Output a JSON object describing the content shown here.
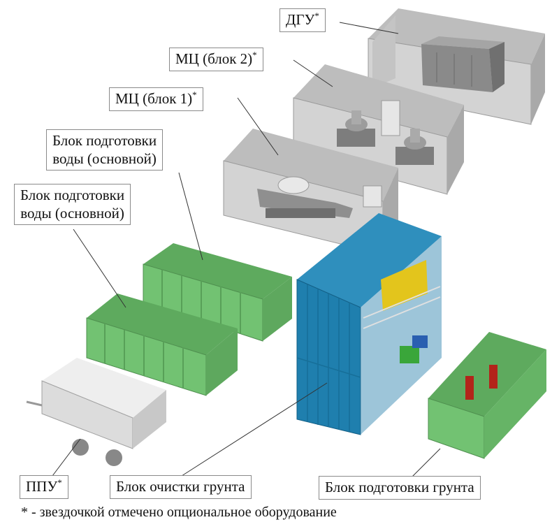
{
  "labels": {
    "dgu": {
      "text": "ДГУ",
      "mark": "*"
    },
    "mc2": {
      "text": "МЦ (блок 2)",
      "mark": "*"
    },
    "mc1": {
      "text": "МЦ (блок 1)",
      "mark": "*"
    },
    "water_main_a": {
      "line1": "Блок подготовки",
      "line2": "воды (основной)"
    },
    "water_main_b": {
      "line1": "Блок подготовки",
      "line2": "воды (основной)"
    },
    "ppu": {
      "text": "ППУ",
      "mark": "*"
    },
    "soil_cleaning": {
      "text": "Блок очистки грунта"
    },
    "soil_prep": {
      "text": "Блок подготовки грунта"
    }
  },
  "footnote": "* - звездочкой отмечено опциональное оборудование",
  "colors": {
    "grey_container": "#c9c9c9",
    "green_container": "#6cbf6c",
    "blue_container": "#1f7fae",
    "trailer": "#e4e4e4"
  }
}
